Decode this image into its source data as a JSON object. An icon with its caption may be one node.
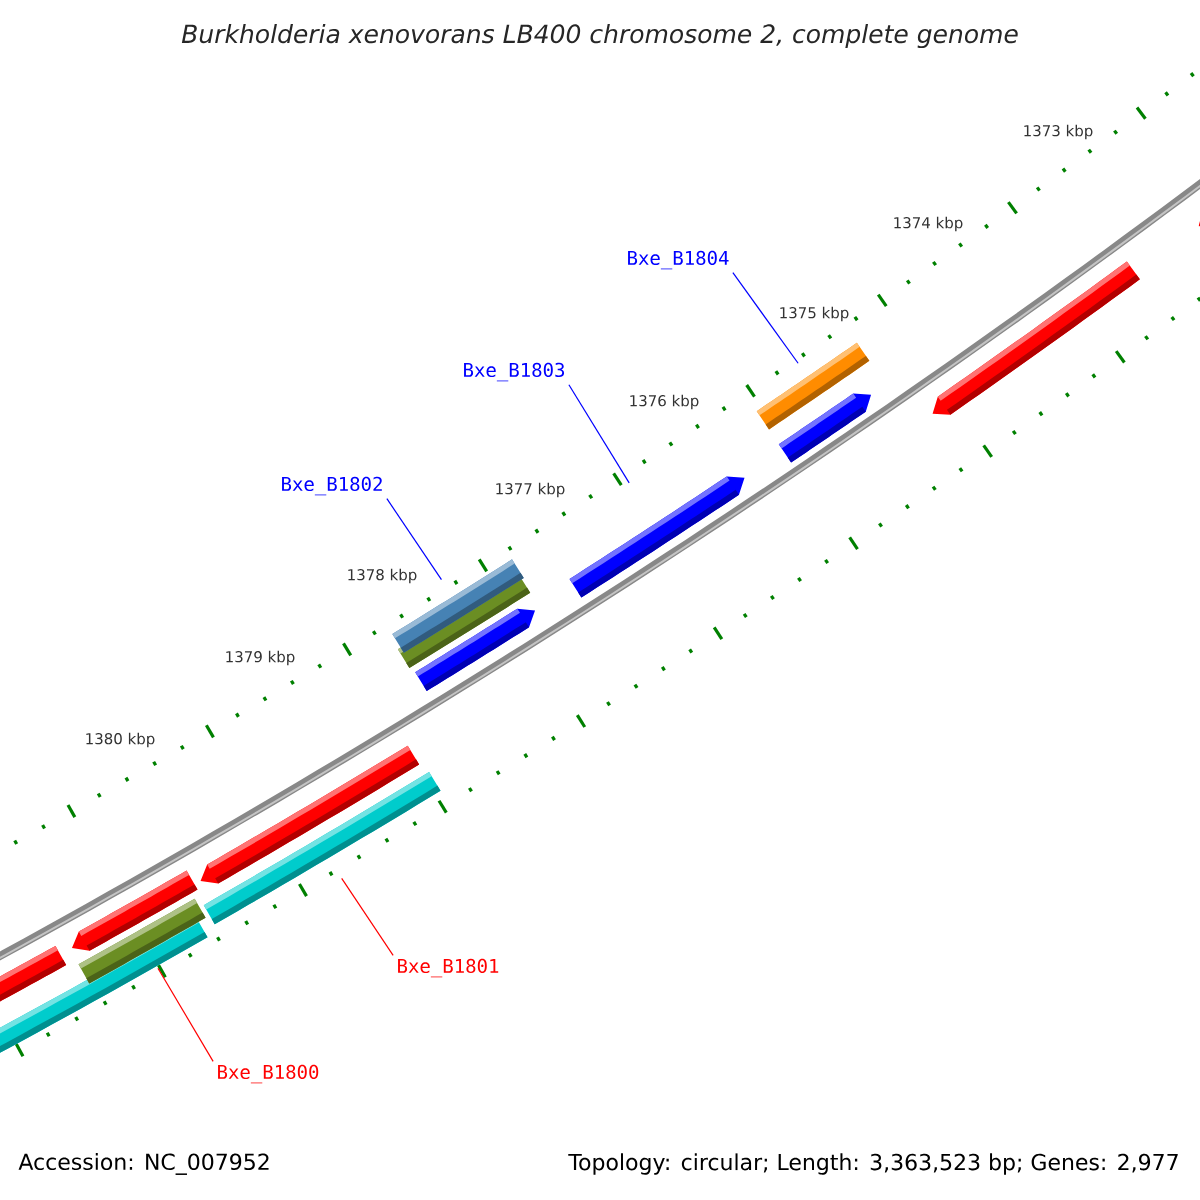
{
  "diagram": {
    "title": "Burkholderia xenovorans LB400 chromosome 2, complete genome",
    "nodes": [
      {
        "text": [
          "Bxe_B1804"
        ]
      },
      {
        "text": [
          "Bxe_B1803"
        ]
      },
      {
        "text": [
          "Bxe_B1802"
        ]
      },
      {
        "text": [
          "Bxe_B1801"
        ]
      },
      {
        "text": [
          "Bxe_B1800"
        ]
      },
      {
        "text": [],
        "shape": "bar"
      },
      {
        "text": [],
        "shape": "bar"
      },
      {
        "text": [],
        "shape": "bar"
      },
      {
        "text": [],
        "shape": "bar"
      },
      {
        "text": [],
        "shape": "bar"
      }
    ],
    "edges": [
      {
        "from": 0,
        "to": 5,
        "arrow": "none"
      },
      {
        "from": 1,
        "to": 6,
        "arrow": "none"
      },
      {
        "from": 2,
        "to": 7,
        "arrow": "none"
      },
      {
        "from": 3,
        "to": 8,
        "arrow": "none",
        "color": "#ff0000"
      },
      {
        "from": 4,
        "to": 9,
        "arrow": "none",
        "color": "#ff0000"
      }
    ],
    "labels": [
      "1373 kbp",
      "1374 kbp",
      "1375 kbp",
      "1376 kbp",
      "1377 kbp",
      "1378 kbp",
      "1379 kbp",
      "1380 kbp",
      "Accession: NC_007952",
      "Topology: circular; Length: 3,363,523 bp; Genes: 2,977"
    ]
  }
}
